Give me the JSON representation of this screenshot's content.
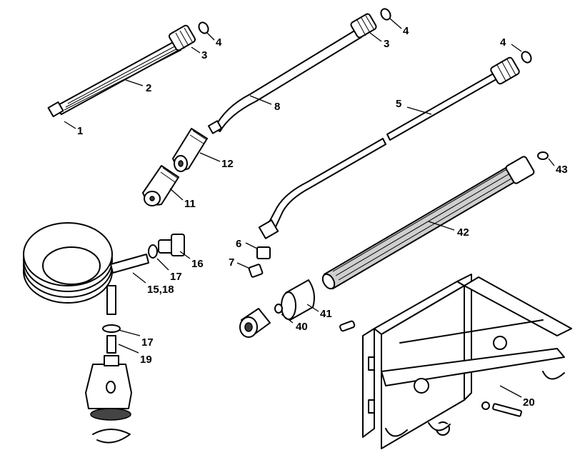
{
  "labels": {
    "l1": "1",
    "l2": "2",
    "l3a": "3",
    "l4a": "4",
    "l3b": "3",
    "l4b": "4",
    "l8": "8",
    "l12": "12",
    "l11": "11",
    "l4c": "4",
    "l5": "5",
    "l43": "43",
    "l42": "42",
    "l6": "6",
    "l7": "7",
    "l41": "41",
    "l40": "40",
    "l16": "16",
    "l17a": "17",
    "l1518": "15,18",
    "l17b": "17",
    "l19": "19",
    "l20": "20"
  }
}
